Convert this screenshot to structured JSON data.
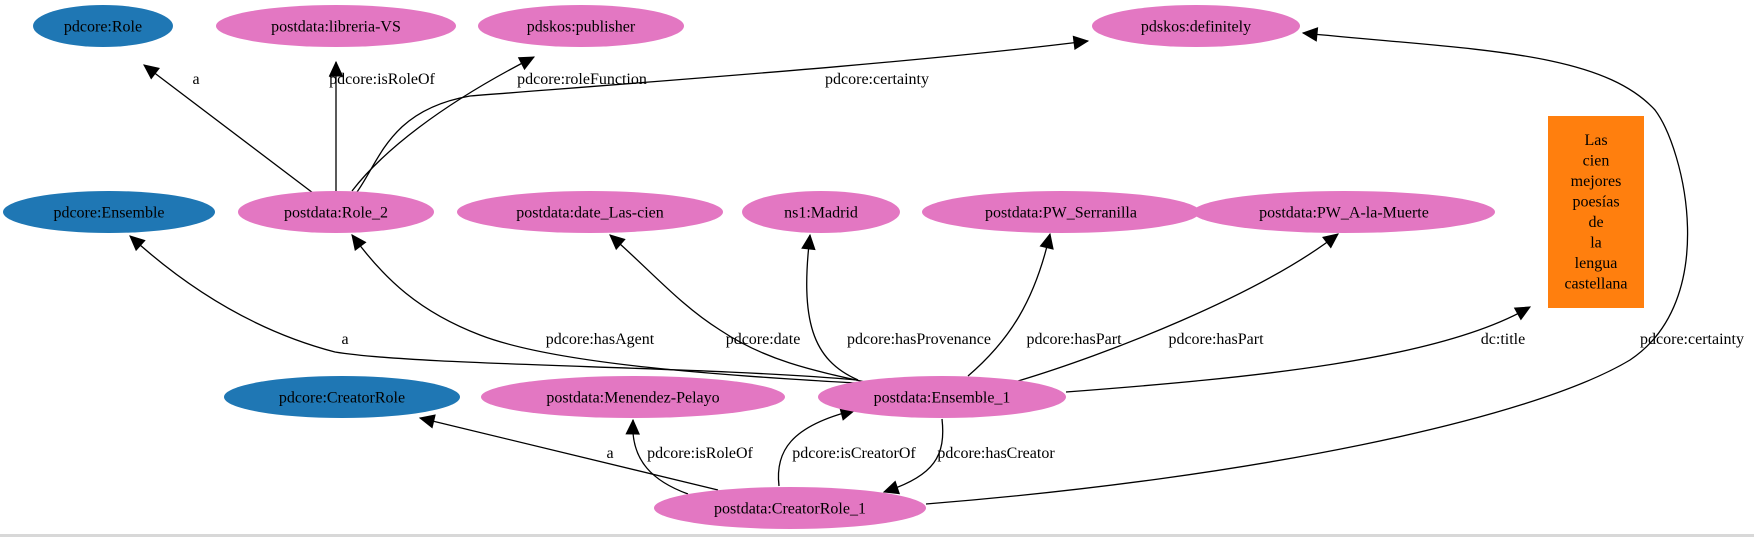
{
  "colors": {
    "class_node": "#1f77b4",
    "instance_node": "#e377c2",
    "literal_node": "#ff7f0e",
    "edge": "#000000"
  },
  "nodes": [
    {
      "id": "pdcore_Role",
      "label": "pdcore:Role",
      "kind": "class"
    },
    {
      "id": "libreria_VS",
      "label": "postdata:libreria-VS",
      "kind": "instance"
    },
    {
      "id": "pdskos_publisher",
      "label": "pdskos:publisher",
      "kind": "instance"
    },
    {
      "id": "pdskos_definitely",
      "label": "pdskos:definitely",
      "kind": "instance"
    },
    {
      "id": "pdcore_Ensemble",
      "label": "pdcore:Ensemble",
      "kind": "class"
    },
    {
      "id": "Role_2",
      "label": "postdata:Role_2",
      "kind": "instance"
    },
    {
      "id": "date_Las_cien",
      "label": "postdata:date_Las-cien",
      "kind": "instance"
    },
    {
      "id": "Madrid",
      "label": "ns1:Madrid",
      "kind": "instance"
    },
    {
      "id": "PW_Serranilla",
      "label": "postdata:PW_Serranilla",
      "kind": "instance"
    },
    {
      "id": "PW_A_la_Muerte",
      "label": "postdata:PW_A-la-Muerte",
      "kind": "instance"
    },
    {
      "id": "title_literal",
      "label": "Las cien mejores poesías de la lengua castellana",
      "lines": [
        "Las",
        "cien",
        "mejores",
        "poesías",
        "de",
        "la",
        "lengua",
        "castellana"
      ],
      "kind": "literal"
    },
    {
      "id": "pdcore_CreatorRole",
      "label": "pdcore:CreatorRole",
      "kind": "class"
    },
    {
      "id": "Menendez_Pelayo",
      "label": "postdata:Menendez-Pelayo",
      "kind": "instance"
    },
    {
      "id": "Ensemble_1",
      "label": "postdata:Ensemble_1",
      "kind": "instance"
    },
    {
      "id": "CreatorRole_1",
      "label": "postdata:CreatorRole_1",
      "kind": "instance"
    }
  ],
  "edges": [
    {
      "id": "e_role2_a",
      "from": "Role_2",
      "to": "pdcore_Role",
      "label": "a"
    },
    {
      "id": "e_role2_isRoleOf",
      "from": "Role_2",
      "to": "libreria_VS",
      "label": "pdcore:isRoleOf"
    },
    {
      "id": "e_role2_roleFunction",
      "from": "Role_2",
      "to": "pdskos_publisher",
      "label": "pdcore:roleFunction"
    },
    {
      "id": "e_role2_certainty",
      "from": "Role_2",
      "to": "pdskos_definitely",
      "label": "pdcore:certainty"
    },
    {
      "id": "e_ens_a",
      "from": "Ensemble_1",
      "to": "pdcore_Ensemble",
      "label": "a"
    },
    {
      "id": "e_ens_hasAgent",
      "from": "Ensemble_1",
      "to": "Role_2",
      "label": "pdcore:hasAgent"
    },
    {
      "id": "e_ens_date",
      "from": "Ensemble_1",
      "to": "date_Las_cien",
      "label": "pdcore:date"
    },
    {
      "id": "e_ens_prov",
      "from": "Ensemble_1",
      "to": "Madrid",
      "label": "pdcore:hasProvenance"
    },
    {
      "id": "e_ens_part1",
      "from": "Ensemble_1",
      "to": "PW_Serranilla",
      "label": "pdcore:hasPart"
    },
    {
      "id": "e_ens_part2",
      "from": "Ensemble_1",
      "to": "PW_A_la_Muerte",
      "label": "pdcore:hasPart"
    },
    {
      "id": "e_ens_title",
      "from": "Ensemble_1",
      "to": "title_literal",
      "label": "dc:title"
    },
    {
      "id": "e_ens_hasCreator",
      "from": "Ensemble_1",
      "to": "CreatorRole_1",
      "label": "pdcore:hasCreator"
    },
    {
      "id": "e_cr_a",
      "from": "CreatorRole_1",
      "to": "pdcore_CreatorRole",
      "label": "a"
    },
    {
      "id": "e_cr_isRoleOf",
      "from": "CreatorRole_1",
      "to": "Menendez_Pelayo",
      "label": "pdcore:isRoleOf"
    },
    {
      "id": "e_cr_isCreatorOf",
      "from": "CreatorRole_1",
      "to": "Ensemble_1",
      "label": "pdcore:isCreatorOf"
    },
    {
      "id": "e_cr_certainty",
      "from": "CreatorRole_1",
      "to": "pdskos_definitely",
      "label": "pdcore:certainty"
    }
  ]
}
